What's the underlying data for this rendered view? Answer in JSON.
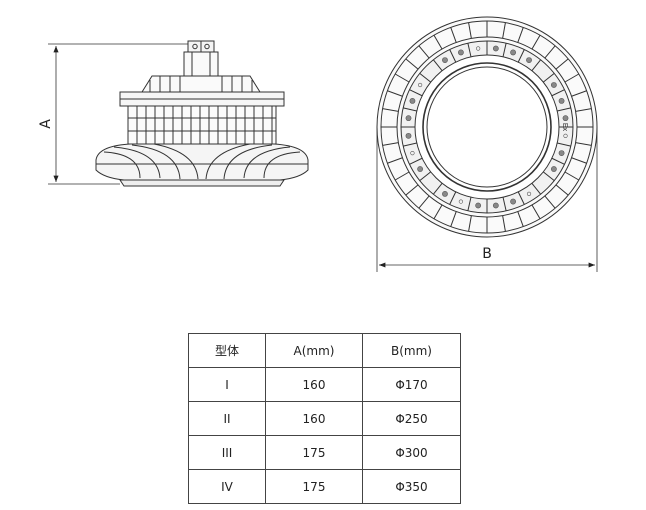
{
  "dimensions": {
    "height_label": "A",
    "diameter_label": "B"
  },
  "ring_marking": "Ex",
  "spec_table": {
    "headers": [
      "型体",
      "A(mm)",
      "B(mm)"
    ],
    "rows": [
      [
        "I",
        "160",
        "Φ170"
      ],
      [
        "II",
        "160",
        "Φ250"
      ],
      [
        "III",
        "175",
        "Φ300"
      ],
      [
        "IV",
        "175",
        "Φ350"
      ]
    ]
  }
}
